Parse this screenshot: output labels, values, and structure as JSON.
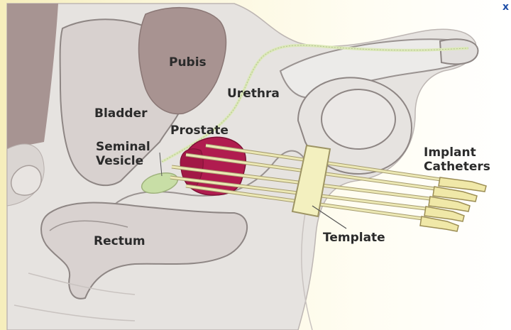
{
  "diagram": {
    "labels": {
      "pubis": "Pubis",
      "urethra": "Urethra",
      "bladder": "Bladder",
      "prostate": "Prostate",
      "seminal_vesicle": [
        "Seminal",
        "Vesicle"
      ],
      "rectum": "Rectum",
      "implant_catheters": [
        "Implant",
        "Catheters"
      ],
      "template": "Template"
    },
    "corner_mark": "x",
    "colors": {
      "tissue": "#e6e3e0",
      "tissue_dark": "#cdc4c1",
      "bone": "#a69391",
      "organ_outline": "#8e8684",
      "prostate": "#b01c4f",
      "seminal_vesicle": "#c8dea6",
      "catheter": "#ece8b4",
      "catheter_outline": "#a59b6e",
      "template": "#f3f0bf"
    }
  }
}
